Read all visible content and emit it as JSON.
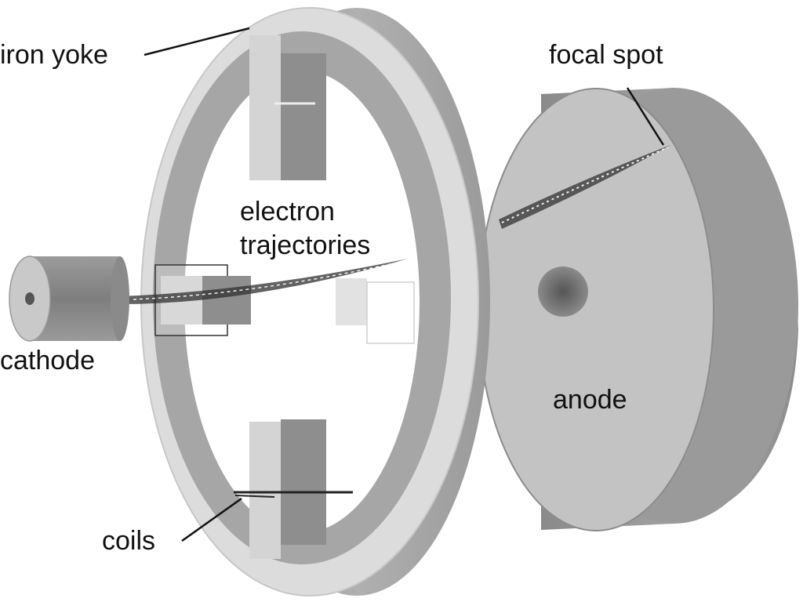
{
  "labels": {
    "iron_yoke": "iron yoke",
    "focal_spot": "focal spot",
    "electron_line1": "electron",
    "electron_line2": "trajectories",
    "cathode": "cathode",
    "anode": "anode",
    "coils": "coils"
  },
  "colors": {
    "background": "#ffffff",
    "light_gray": "#d8d8d8",
    "mid_gray": "#a8a8a8",
    "dark_gray": "#7a7a7a",
    "line": "#111111"
  }
}
